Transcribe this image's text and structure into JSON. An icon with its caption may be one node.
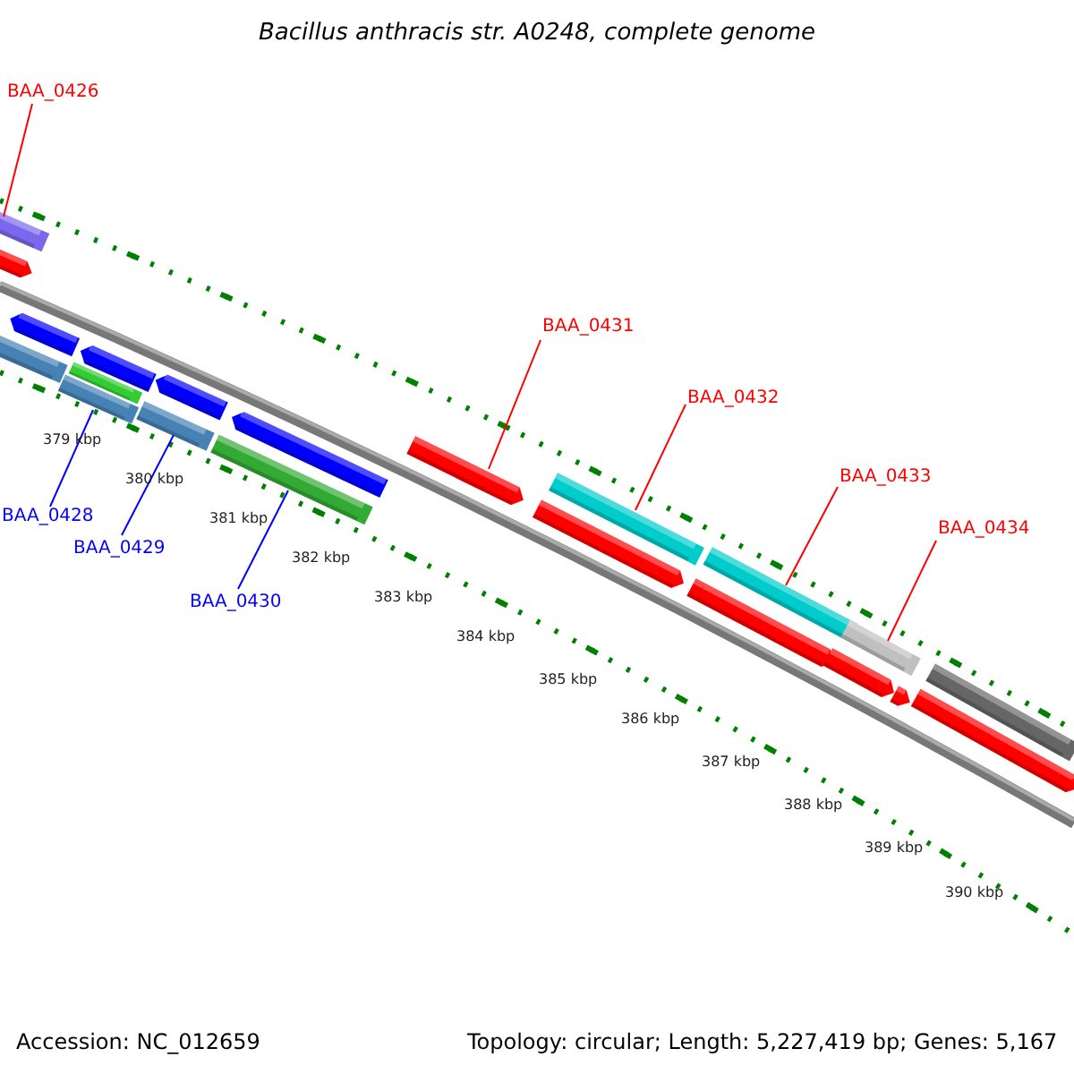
{
  "diagram": {
    "title": "Bacillus anthracis str. A0248, complete genome",
    "nodes": [
      {
        "text": [
          "BAA_0426"
        ]
      },
      {
        "text": [
          "BAA_0431"
        ]
      },
      {
        "text": [
          "BAA_0432"
        ]
      },
      {
        "text": [
          "BAA_0433"
        ]
      },
      {
        "text": [
          "BAA_0434"
        ]
      },
      {
        "text": [
          "BAA_0428"
        ]
      },
      {
        "text": [
          "BAA_0429"
        ]
      },
      {
        "text": [
          "BAA_0430"
        ]
      },
      {
        "text": [],
        "shape": "bar"
      },
      {
        "text": [],
        "shape": "arrow"
      },
      {
        "text": [],
        "shape": "arrow"
      },
      {
        "text": [],
        "shape": "bar"
      },
      {
        "text": [],
        "shape": "arrow"
      },
      {
        "text": [],
        "shape": "bar"
      },
      {
        "text": [],
        "shape": "bar"
      },
      {
        "text": [],
        "shape": "arrow"
      },
      {
        "text": [],
        "shape": "bar"
      },
      {
        "text": [],
        "shape": "arrow"
      },
      {
        "text": [],
        "shape": "bar"
      },
      {
        "text": [],
        "shape": "arrow"
      },
      {
        "text": [],
        "shape": "bar"
      },
      {
        "text": [],
        "shape": "arrow"
      },
      {
        "text": [],
        "shape": "bar"
      },
      {
        "text": [],
        "shape": "arrow"
      },
      {
        "text": [],
        "shape": "bar"
      },
      {
        "text": [],
        "shape": "arrow"
      },
      {
        "text": [],
        "shape": "arrow"
      },
      {
        "text": [],
        "shape": "bar"
      },
      {
        "text": [],
        "shape": "arrow"
      }
    ],
    "edges": [
      {
        "from": 0,
        "to": 8,
        "arrow": "none"
      },
      {
        "from": 1,
        "to": 19,
        "arrow": "none"
      },
      {
        "from": 2,
        "to": 20,
        "arrow": "none"
      },
      {
        "from": 3,
        "to": 22,
        "arrow": "none"
      },
      {
        "from": 4,
        "to": 24,
        "arrow": "none"
      },
      {
        "from": 5,
        "to": 14,
        "arrow": "none",
        "color": "#0000ff"
      },
      {
        "from": 6,
        "to": 16,
        "arrow": "none",
        "color": "#0000ff"
      },
      {
        "from": 7,
        "to": 18,
        "arrow": "none",
        "color": "#0000ff"
      }
    ],
    "labels": [
      "379 kbp",
      "380 kbp",
      "381 kbp",
      "382 kbp",
      "383 kbp",
      "384 kbp",
      "385 kbp",
      "386 kbp",
      "387 kbp",
      "388 kbp",
      "389 kbp",
      "390 kbp",
      "Accession: NC_012659",
      "Topology: circular; Length: 5,227,419 bp; Genes: 5,167"
    ]
  }
}
